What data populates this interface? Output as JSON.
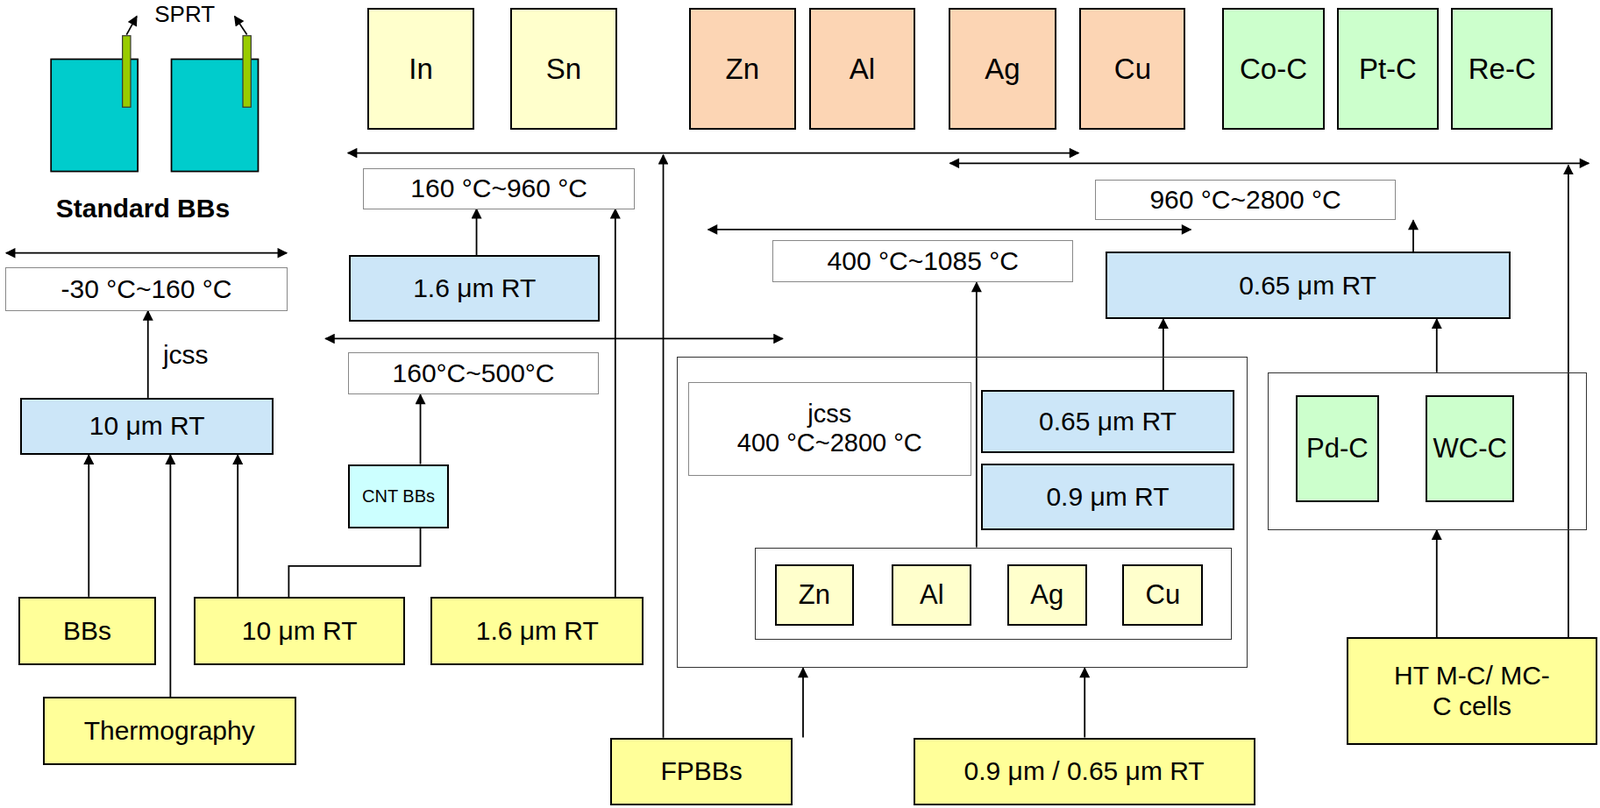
{
  "diagram": {
    "nodes": [
      {
        "text": [
          "In"
        ]
      },
      {
        "text": [
          "Sn"
        ]
      },
      {
        "text": [
          "Zn"
        ]
      },
      {
        "text": [
          "Al"
        ]
      },
      {
        "text": [
          "Ag"
        ]
      },
      {
        "text": [
          "Cu"
        ]
      },
      {
        "text": [
          "Co-C"
        ]
      },
      {
        "text": [
          "Pt-C"
        ]
      },
      {
        "text": [
          "Re-C"
        ]
      },
      {
        "text": [
          "160 °C~960 °C"
        ]
      },
      {
        "text": [
          "960 °C~2800 °C"
        ]
      },
      {
        "text": [
          "400 °C~1085 °C"
        ]
      },
      {
        "text": [
          "1.6 μm RT"
        ]
      },
      {
        "text": [
          "0.65 μm RT"
        ]
      },
      {
        "text": [
          "-30 °C~160 °C"
        ]
      },
      {
        "text": [
          "160°C~500°C"
        ]
      },
      {
        "text": [
          "10 μm RT"
        ]
      },
      {
        "text": []
      },
      {
        "text": [
          "jcss",
          "400 °C~2800 °C"
        ],
        "in": 17
      },
      {
        "text": [
          "0.65 μm RT"
        ],
        "in": 17
      },
      {
        "text": [
          "0.9 μm RT"
        ],
        "in": 17
      },
      {
        "text": [],
        "in": 17
      },
      {
        "text": [
          "Zn"
        ],
        "in": 21
      },
      {
        "text": [
          "Al"
        ],
        "in": 21
      },
      {
        "text": [
          "Ag"
        ],
        "in": 21
      },
      {
        "text": [
          "Cu"
        ],
        "in": 21
      },
      {
        "text": []
      },
      {
        "text": [
          "Pd-C"
        ],
        "in": 26
      },
      {
        "text": [
          "WC-C"
        ],
        "in": 26
      },
      {
        "text": [
          "CNT BBs"
        ]
      },
      {
        "text": [
          "BBs"
        ]
      },
      {
        "text": [
          "10 μm RT"
        ]
      },
      {
        "text": [
          "1.6 μm RT"
        ]
      },
      {
        "text": [
          "Thermography"
        ]
      },
      {
        "text": [
          "FPBBs"
        ]
      },
      {
        "text": [
          "0.9 μm / 0.65 μm RT"
        ]
      },
      {
        "text": [
          "HT M-C/ MC-C cells"
        ]
      }
    ],
    "edges": [
      {
        "from": 30,
        "to": 16,
        "arrow": "to"
      },
      {
        "from": 33,
        "to": 16,
        "arrow": "to"
      },
      {
        "from": 31,
        "to": 16,
        "arrow": "to"
      },
      {
        "from": 31,
        "to": 29,
        "arrow": "none"
      },
      {
        "from": 29,
        "to": 15,
        "arrow": "to"
      },
      {
        "from": 16,
        "to": 14,
        "label": "jcss",
        "arrow": "to"
      },
      {
        "from": 12,
        "to": 9,
        "arrow": "to"
      },
      {
        "from": 32,
        "to": 9,
        "arrow": "to"
      },
      {
        "from": 34,
        "to": 17,
        "arrow": "to"
      },
      {
        "from": 35,
        "to": 17,
        "arrow": "to"
      },
      {
        "from": 21,
        "to": 11,
        "arrow": "to"
      },
      {
        "from": 19,
        "to": 13,
        "arrow": "to"
      },
      {
        "from": 13,
        "to": 10,
        "arrow": "to"
      },
      {
        "from": 26,
        "to": 13,
        "arrow": "to"
      },
      {
        "from": 36,
        "to": 26,
        "arrow": "to"
      }
    ],
    "labels": [
      "SPRT",
      "Standard BBs"
    ]
  }
}
